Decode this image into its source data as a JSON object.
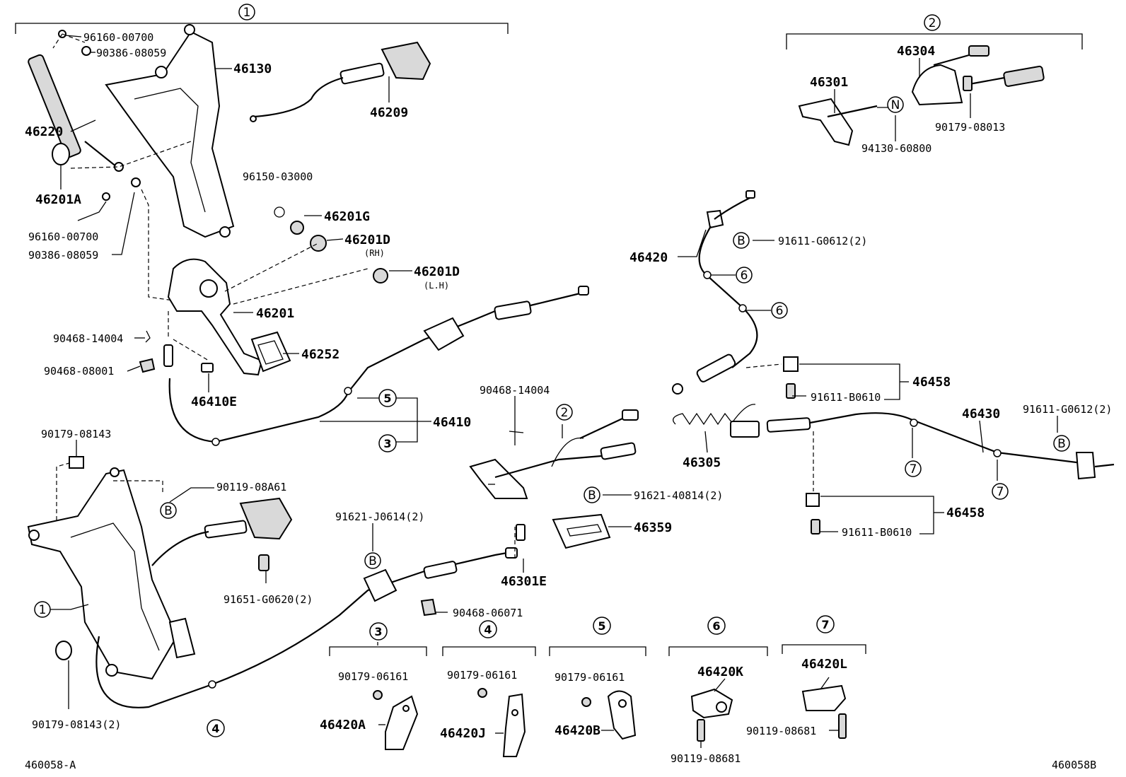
{
  "diagram_id_left": "460058-A",
  "diagram_id_right": "460058B",
  "groups": {
    "g1": "1",
    "g2": "2",
    "g3": "3",
    "g4": "4",
    "g5": "5",
    "g6": "6",
    "g7": "7",
    "B": "B",
    "N": "N"
  },
  "labels": {
    "p96160_00700_a": "96160-00700",
    "p90386_08059_a": "90386-08059",
    "p46130": "46130",
    "p46209": "46209",
    "p46220": "46220",
    "p46201A": "46201A",
    "p96160_00700_b": "96160-00700",
    "p90386_08059_b": "90386-08059",
    "p96150_03000": "96150-03000",
    "p46201G": "46201G",
    "p46201D_rh": "46201D",
    "rh": "(RH)",
    "p46201D_lh": "46201D",
    "lh": "(L.H)",
    "p46201": "46201",
    "p90468_14004_a": "90468-14004",
    "p46252": "46252",
    "p90468_08001": "90468-08001",
    "p46410E": "46410E",
    "p46410": "46410",
    "p90179_08143": "90179-08143",
    "p90119_08A61": "90119-08A61",
    "p91651_G0620": "91651-G0620(2)",
    "p90179_08143_2": "90179-08143(2)",
    "p91621_J0614": "91621-J0614(2)",
    "p90468_14004_b": "90468-14004",
    "p46301E": "46301E",
    "p90468_06071": "90468-06071",
    "p46304": "46304",
    "p46301": "46301",
    "p90179_08013": "90179-08013",
    "p94130_60800": "94130-60800",
    "p46420": "46420",
    "p91611_G0612_a": "91611-G0612(2)",
    "p46458_a": "46458",
    "p91611_B0610_a": "91611-B0610",
    "p46430": "46430",
    "p91611_G0612_b": "91611-G0612(2)",
    "p46305": "46305",
    "p91621_40814": "91621-40814(2)",
    "p46359": "46359",
    "p46458_b": "46458",
    "p91611_B0610_b": "91611-B0610",
    "p90179_06161_a": "90179-06161",
    "p46420A": "46420A",
    "p90179_06161_b": "90179-06161",
    "p46420J": "46420J",
    "p90179_06161_c": "90179-06161",
    "p46420B": "46420B",
    "p46420K": "46420K",
    "p90119_08681_a": "90119-08681",
    "p46420L": "46420L",
    "p90119_08681_b": "90119-08681"
  }
}
